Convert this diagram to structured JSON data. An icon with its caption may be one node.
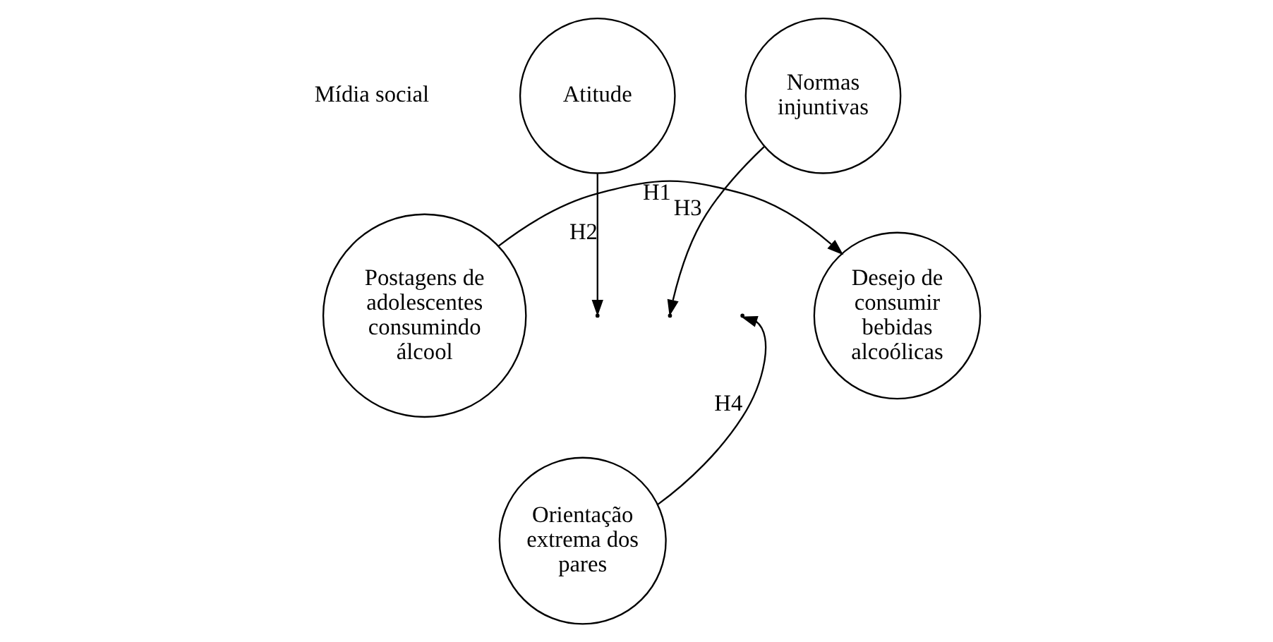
{
  "diagram": {
    "nodes": [
      {
        "text": [
          "Atitude"
        ]
      },
      {
        "text": [
          "Normas injuntivas"
        ]
      },
      {
        "text": [
          "Postagens de adolescentes consumindo álcool"
        ]
      },
      {
        "text": [
          "Desejo de consumir bebidas alcoólicas"
        ]
      },
      {
        "text": [
          "Orientação extrema dos pares"
        ]
      }
    ],
    "edges": [
      {
        "from": 2,
        "to": 3,
        "arrow": "to",
        "label": "H1"
      },
      {
        "from": 0,
        "to": null,
        "arrow": "to",
        "label": "H2"
      },
      {
        "from": 1,
        "to": null,
        "arrow": "to",
        "label": "H3"
      },
      {
        "from": 4,
        "to": null,
        "arrow": "to",
        "label": "H4"
      }
    ],
    "labels": [
      "Mídia social"
    ]
  }
}
